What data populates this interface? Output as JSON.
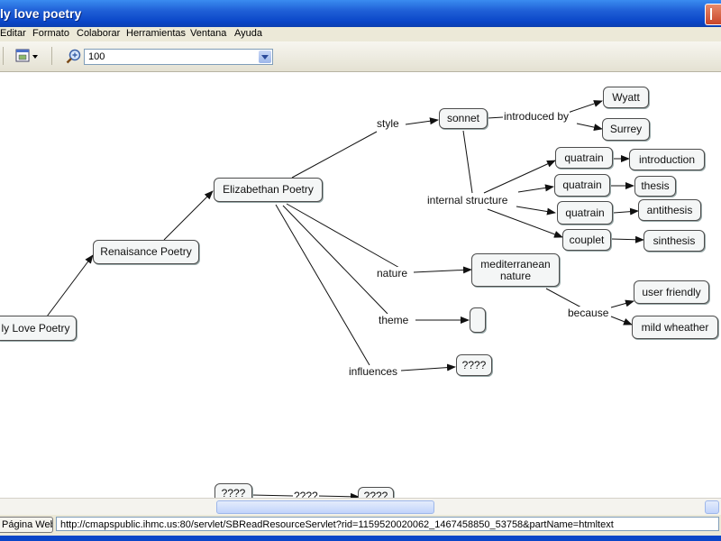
{
  "window": {
    "title": "ly love poetry"
  },
  "menu": [
    "Editar",
    "Formato",
    "Colaborar",
    "Herramientas",
    "Ventana",
    "Ayuda"
  ],
  "toolbar": {
    "zoom_value": "100"
  },
  "concepts": {
    "early_love": "ly Love Poetry",
    "renaissance": "Renaisance Poetry",
    "elizabethan": "Elizabethan Poetry",
    "sonnet": "sonnet",
    "wyatt": "Wyatt",
    "surrey": "Surrey",
    "quatrain1": "quatrain",
    "quatrain2": "quatrain",
    "quatrain3": "quatrain",
    "couplet": "couplet",
    "introduction": "introduction",
    "thesis": "thesis",
    "antithesis": "antithesis",
    "sinthesis": "sinthesis",
    "mediterranean": "mediterranean nature",
    "user_friendly": "user friendly",
    "mild_weather": "mild wheather",
    "theme_target": "",
    "influences_target": "????",
    "bottom_left": "????",
    "bottom_right": "????"
  },
  "links": {
    "style": "style",
    "introduced_by": "introduced by",
    "internal_structure": "internal structure",
    "nature": "nature",
    "theme": "theme",
    "influences": "influences",
    "because": "because",
    "bottom_link": "????"
  },
  "status": {
    "button": "Página Web",
    "url": "http://cmapspublic.ihmc.us:80/servlet/SBReadResourceServlet?rid=1159520020062_1467458850_53758&partName=htmltext"
  }
}
